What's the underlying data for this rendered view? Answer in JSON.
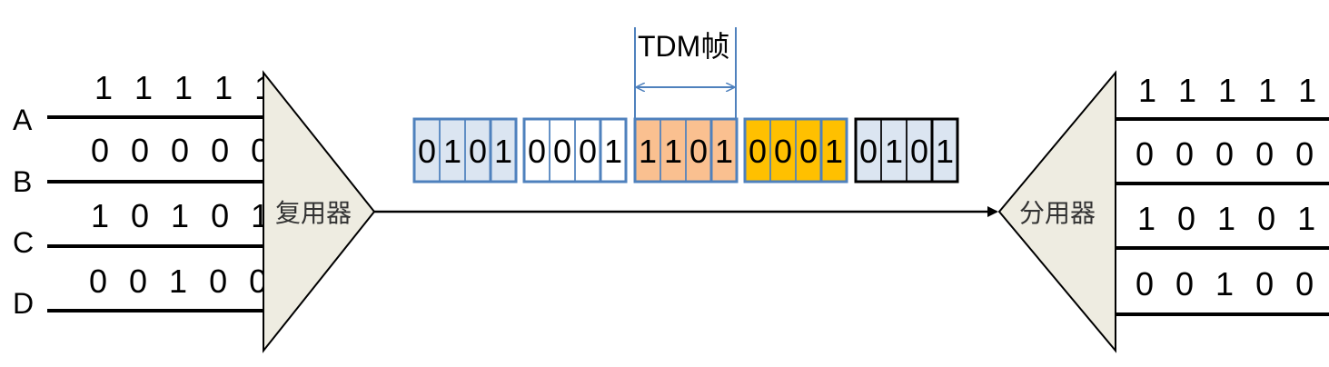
{
  "inputs": [
    {
      "label": "A",
      "bits": "1 1 1 1 1"
    },
    {
      "label": "B",
      "bits": "0 0 0 0 0"
    },
    {
      "label": "C",
      "bits": "1 0 1 0 1"
    },
    {
      "label": "D",
      "bits": "0 0 1 0 0"
    }
  ],
  "outputs": [
    {
      "bits": "1 1 1 1 1"
    },
    {
      "bits": "0 0 0 0 0"
    },
    {
      "bits": "1 0 1 0 1"
    },
    {
      "bits": "0 0 1 0 0"
    }
  ],
  "multiplexer_label": "复用器",
  "demultiplexer_label": "分用器",
  "frame_label": "TDM帧",
  "frames": [
    {
      "bits": [
        "0",
        "1",
        "0",
        "1"
      ],
      "fill": "#dbe5f1",
      "border": "#4f81bd"
    },
    {
      "bits": [
        "0",
        "0",
        "0",
        "1"
      ],
      "fill": "#ffffff",
      "border": "#4f81bd"
    },
    {
      "bits": [
        "1",
        "1",
        "0",
        "1"
      ],
      "fill": "#fac090",
      "border": "#4f81bd"
    },
    {
      "bits": [
        "0",
        "0",
        "0",
        "1"
      ],
      "fill": "#ffc000",
      "border": "#4f81bd"
    },
    {
      "bits": [
        "0",
        "1",
        "0",
        "1"
      ],
      "fill": "#dbe5f1",
      "border": "#000000"
    }
  ],
  "colors": {
    "triangle_fill": "#eeece1",
    "dimension_line": "#4f81bd",
    "line": "#000000"
  }
}
